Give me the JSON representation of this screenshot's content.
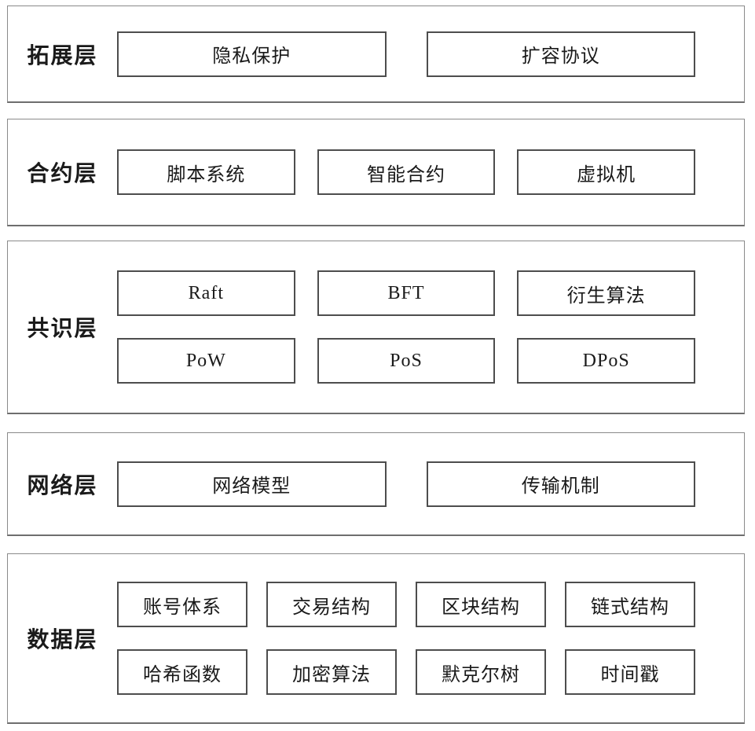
{
  "diagram": {
    "colors": {
      "background": "#ffffff",
      "layer_border": "#8a8a8a",
      "box_border": "#4d4d4d",
      "text": "#1a1a1a"
    },
    "layers": [
      {
        "label": "拓展层",
        "rows": [
          [
            "隐私保护",
            "扩容协议"
          ]
        ]
      },
      {
        "label": "合约层",
        "rows": [
          [
            "脚本系统",
            "智能合约",
            "虚拟机"
          ]
        ]
      },
      {
        "label": "共识层",
        "rows": [
          [
            "Raft",
            "BFT",
            "衍生算法"
          ],
          [
            "PoW",
            "PoS",
            "DPoS"
          ]
        ]
      },
      {
        "label": "网络层",
        "rows": [
          [
            "网络模型",
            "传输机制"
          ]
        ]
      },
      {
        "label": "数据层",
        "rows": [
          [
            "账号体系",
            "交易结构",
            "区块结构",
            "链式结构"
          ],
          [
            "哈希函数",
            "加密算法",
            "默克尔树",
            "时间戳"
          ]
        ]
      }
    ]
  }
}
